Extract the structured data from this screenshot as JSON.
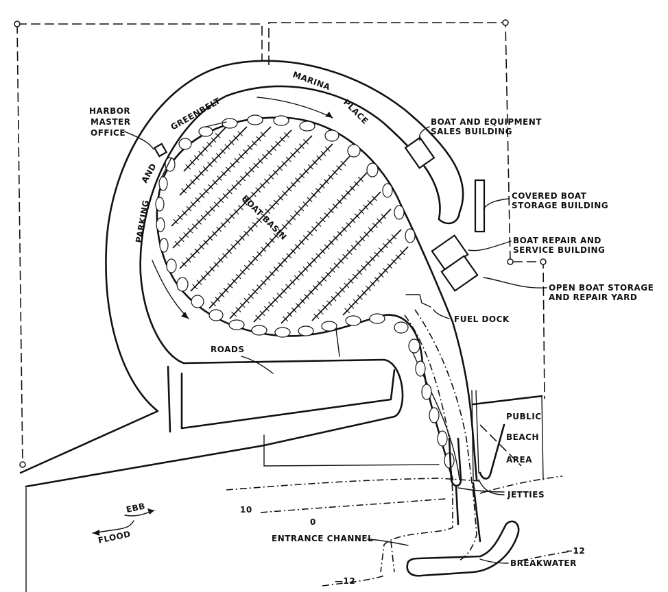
{
  "labels": {
    "harbor_master_office": [
      "HARBOR",
      "MASTER",
      "OFFICE"
    ],
    "greenbelt": "GREENBELT",
    "and": "AND",
    "parking": "PARKING",
    "marina_place": "MARINA PLACE",
    "marina": "MARINA",
    "place": "PLACE",
    "boat_basin": "BOAT BASIN",
    "boat_sales": [
      "BOAT AND EQUIPMENT",
      "SALES BUILDING"
    ],
    "covered_storage": [
      "COVERED BOAT",
      "STORAGE BUILDING"
    ],
    "repair_service": [
      "BOAT REPAIR AND",
      "SERVICE BUILDING"
    ],
    "open_storage": [
      "OPEN BOAT STORAGE",
      "AND REPAIR YARD"
    ],
    "fuel_dock": "FUEL DOCK",
    "roads": "ROADS",
    "public_beach_area": [
      "PUBLIC",
      "BEACH",
      "AREA"
    ],
    "jetties": "JETTIES",
    "entrance_channel": "ENTRANCE CHANNEL",
    "breakwater": "BREAKWATER",
    "ebb": "EBB",
    "flood": "FLOOD"
  },
  "contours": {
    "c10": "10",
    "c0": "0",
    "c12_left": "—12",
    "c12_right": "−12"
  },
  "colors": {
    "ink": "#111111",
    "paper": "#ffffff"
  }
}
